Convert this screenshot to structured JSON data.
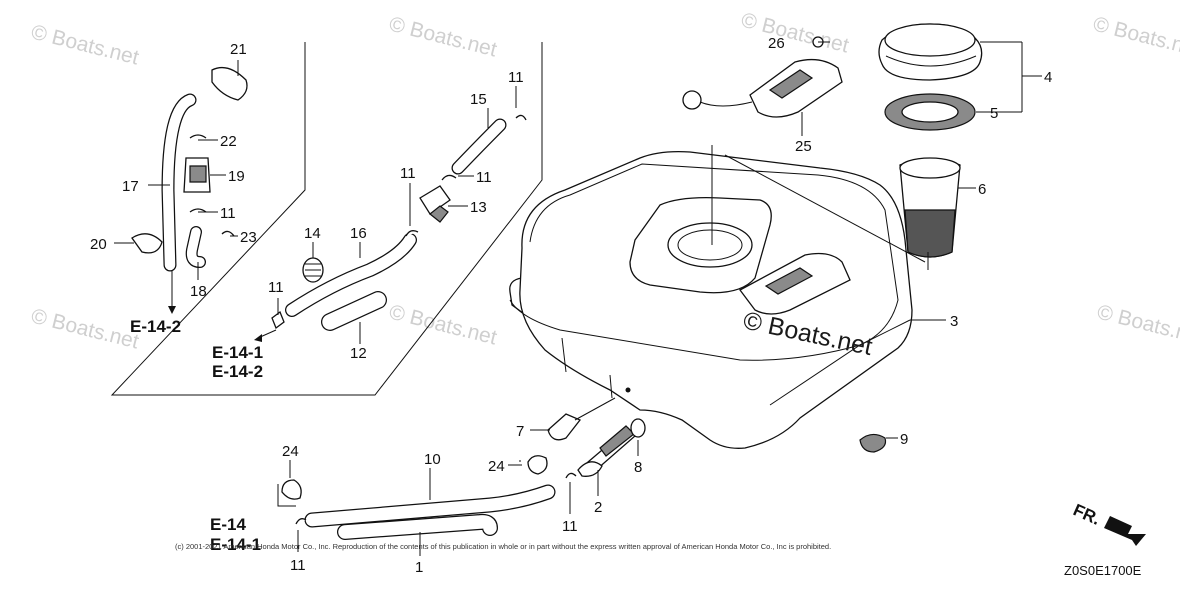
{
  "watermarks": [
    "© Boats.net",
    "© Boats.net",
    "© Boats.net",
    "© Boats.net",
    "© Boats.net",
    "© Boats.net",
    "© Boats.net"
  ],
  "center_watermark": "© Boats.net",
  "callouts": {
    "c1": "1",
    "c2": "2",
    "c3": "3",
    "c4": "4",
    "c5": "5",
    "c6": "6",
    "c7": "7",
    "c8": "8",
    "c9": "9",
    "c10": "10",
    "c11a": "11",
    "c11b": "11",
    "c11c": "11",
    "c11d": "11",
    "c11e": "11",
    "c11f": "11",
    "c11g": "11",
    "c12": "12",
    "c13": "13",
    "c14": "14",
    "c15": "15",
    "c16": "16",
    "c17": "17",
    "c18": "18",
    "c19": "19",
    "c20": "20",
    "c21": "21",
    "c22": "22",
    "c23": "23",
    "c24a": "24",
    "c24b": "24",
    "c25": "25",
    "c26": "26"
  },
  "references": {
    "r1": "E-14-2",
    "r2": "E-14-1",
    "r3": "E-14-2",
    "r4": "E-14",
    "r5": "E-14-1"
  },
  "direction_label": "FR.",
  "diagram_code": "Z0S0E1700E",
  "copyright": "(c) 2001-2021 American Honda Motor Co., Inc. Reproduction of the contents of this publication in whole or in part without the express written approval of American Honda Motor Co., Inc is prohibited."
}
